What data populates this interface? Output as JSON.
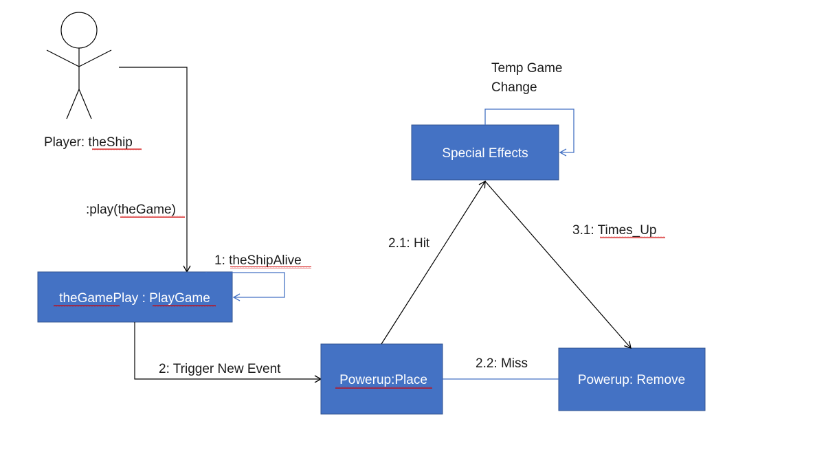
{
  "actor": {
    "label": "Player: theShip"
  },
  "messages": {
    "play": ":play(theGame)",
    "ship_alive": "1: theShipAlive",
    "trigger": "2: Trigger New Event",
    "hit": "2.1: Hit",
    "miss": "2.2: Miss",
    "times_up": "3.1: Times_Up",
    "temp_change_line1": "Temp Game",
    "temp_change_line2": "Change"
  },
  "objects": {
    "gameplay": "theGamePlay : PlayGame",
    "special_effects": "Special Effects",
    "powerup_place": "Powerup:Place",
    "powerup_remove": "Powerup: Remove"
  },
  "colors": {
    "box_fill": "#4472c4",
    "box_text": "#ffffff",
    "self_loop": "#4472c4",
    "spellcheck_underline": "#d00000"
  }
}
